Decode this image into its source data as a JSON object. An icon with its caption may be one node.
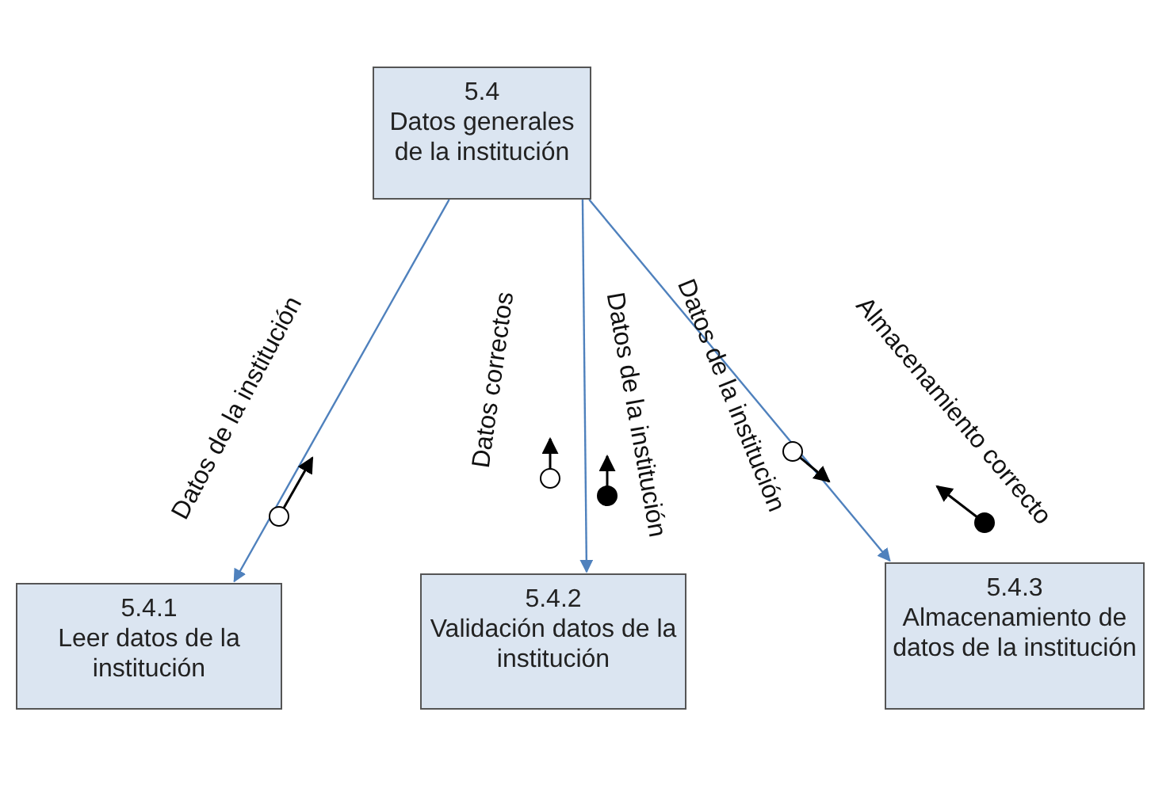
{
  "diagram": {
    "nodes": [
      {
        "text": [
          "5.4",
          "Datos generales de la institución"
        ]
      },
      {
        "text": [
          "5.4.1",
          "Leer datos de la institución"
        ]
      },
      {
        "text": [
          "5.4.2",
          "Validación datos de la institución"
        ]
      },
      {
        "text": [
          "5.4.3",
          "Almacenamiento de datos de la institución"
        ]
      }
    ],
    "edges": [
      {
        "from": 0,
        "to": 1,
        "arrow": "to"
      },
      {
        "from": 0,
        "to": 2,
        "arrow": "to"
      },
      {
        "from": 0,
        "to": 3,
        "arrow": "to"
      }
    ],
    "labels": [
      "Datos de la institución",
      "Datos correctos",
      "Datos de la institución",
      "Datos de la institución",
      "Almacenamiento correcto"
    ]
  }
}
